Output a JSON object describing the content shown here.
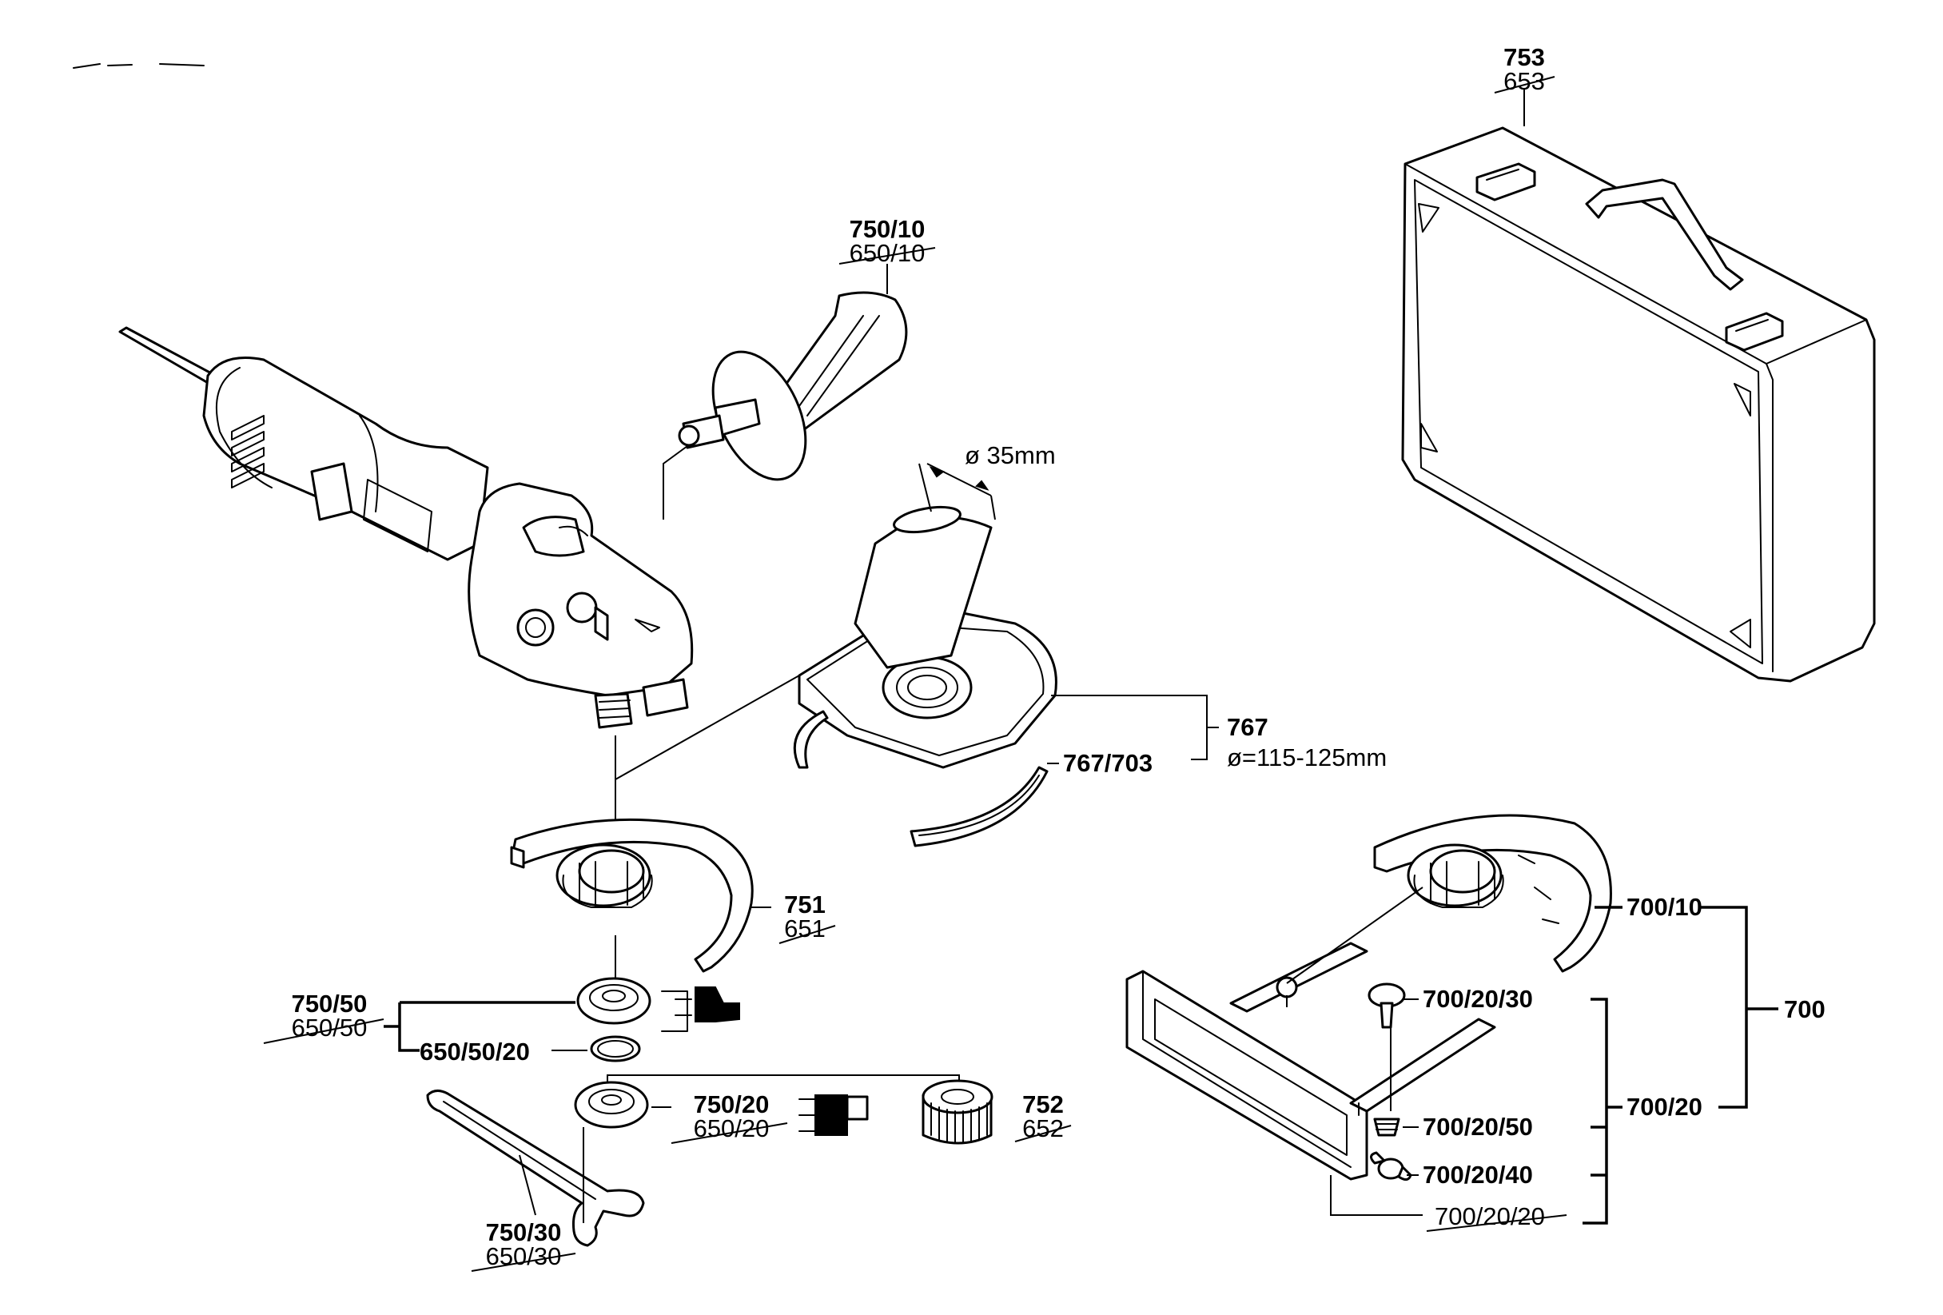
{
  "labels": {
    "case": {
      "current": "753",
      "old": "653"
    },
    "aux_handle": {
      "current": "750/10",
      "old": "650/10"
    },
    "extraction_hood": {
      "main": "767",
      "sub": "767/703",
      "diameter": "ø=115-125mm",
      "port": "ø 35mm"
    },
    "guard": {
      "current": "751",
      "old": "651"
    },
    "flange": {
      "current": "750/50",
      "old": "650/50",
      "o_ring": "650/50/20"
    },
    "clamp_nut": {
      "current": "750/20",
      "old": "650/20"
    },
    "quick_nut": {
      "current": "752",
      "old": "652"
    },
    "spanner": {
      "current": "750/30",
      "old": "650/30"
    },
    "cutting_guide": {
      "main": "700",
      "guard": "700/10",
      "set": "700/20",
      "bolt": "700/20/30",
      "spring": "700/20/50",
      "wing_nut": "700/20/40",
      "frame": "700/20/20"
    }
  }
}
